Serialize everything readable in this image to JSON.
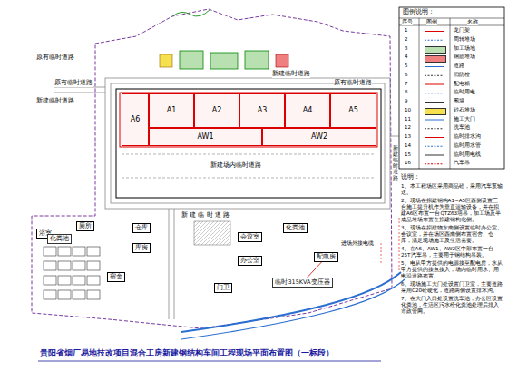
{
  "diagram": {
    "title": "贵阳省烟厂易地技改项目混合工房新建钢结构车间工程现场平面布置图（一标段）",
    "nodes": [
      {
        "text": [
          "A6"
        ]
      },
      {
        "text": [
          "A1"
        ]
      },
      {
        "text": [
          "A2"
        ]
      },
      {
        "text": [
          "A3"
        ]
      },
      {
        "text": [
          "A4"
        ]
      },
      {
        "text": [
          "A5"
        ]
      },
      {
        "text": [
          "AW1"
        ]
      },
      {
        "text": [
          "AW2"
        ]
      },
      {
        "text": [
          "厕所"
        ]
      },
      {
        "text": [
          "浴室"
        ]
      },
      {
        "text": [
          "化粪池"
        ]
      },
      {
        "text": [
          "仓库"
        ]
      },
      {
        "text": [
          "库房"
        ]
      },
      {
        "text": [
          "宿舍"
        ]
      },
      {
        "text": [
          "会议室"
        ]
      },
      {
        "text": [
          "办公室"
        ]
      },
      {
        "text": [
          "门卫"
        ]
      },
      {
        "text": [
          "化粪池"
        ]
      },
      {
        "text": [
          "配电房"
        ]
      },
      {
        "text": [
          "临时315KVA变压器"
        ]
      }
    ],
    "edges": [
      {
        "from": 19,
        "to": 18,
        "arrow": "none"
      }
    ],
    "labels": [
      "原有临时道路",
      "新建临时道路",
      "原有临时道路",
      "新建临时道路",
      "新建场内临时道路",
      "新 建 临 时 道 路",
      "新建临时道路",
      "原有临时道路",
      "进场外接电缆",
      "图例说明：",
      "序号",
      "图例",
      "名称",
      "1",
      "2",
      "3",
      "4",
      "5",
      "6",
      "7",
      "8",
      "9",
      "10",
      "11",
      "12",
      "13",
      "14",
      "15",
      "16",
      "说明：",
      "1、本工程场区采用商品砼，采用汽车泵输送。",
      "2、现场在拟建钢构A1~A5区西侧设置三台施工提升机作为垂直运输设备，并在拟建A6区布置一台QTZ63塔吊，加工场及半成品堆场布置在拟建钢构北侧。",
      "3、现场在拟建物东南侧设置临时办公室、会议室，并在场区西南侧布置宿舍、仓库，满足现场施工及生活需要。",
      "4、在A6、AW1、AW2区中部布置一台25T汽车吊，主要用于钢结构吊装。",
      "5、电从甲方提供的电源接至配电房，水从甲方提供的接点接入，场内临时用水、用电沿道路布置。",
      "6、现场施工大门处设置门卫室，主要道路采用C20砼硬化，道路两侧设置排水沟。",
      "7、在大门入口处设置洗车池，办公区设置化粪池，生活区污水经化粪池处理后排入市政管网。"
    ],
    "legend": [
      {
        "text": "龙门架"
      },
      {
        "text": "周转堆场"
      },
      {
        "text": "加工场地",
        "color": "#b8e0b0"
      },
      {
        "text": "钢筋堆场",
        "color": "#f08080"
      },
      {
        "text": "道路"
      },
      {
        "text": "消防栓"
      },
      {
        "text": "配电箱"
      },
      {
        "text": "临时用电"
      },
      {
        "text": "围墙"
      },
      {
        "text": "砂石堆场",
        "color": "#f5e050"
      },
      {
        "text": "施工大门"
      },
      {
        "text": "洗车池"
      },
      {
        "text": "临时排水沟"
      },
      {
        "text": "临时用水管"
      },
      {
        "text": "临时用电线"
      },
      {
        "text": "汽车吊"
      }
    ]
  }
}
